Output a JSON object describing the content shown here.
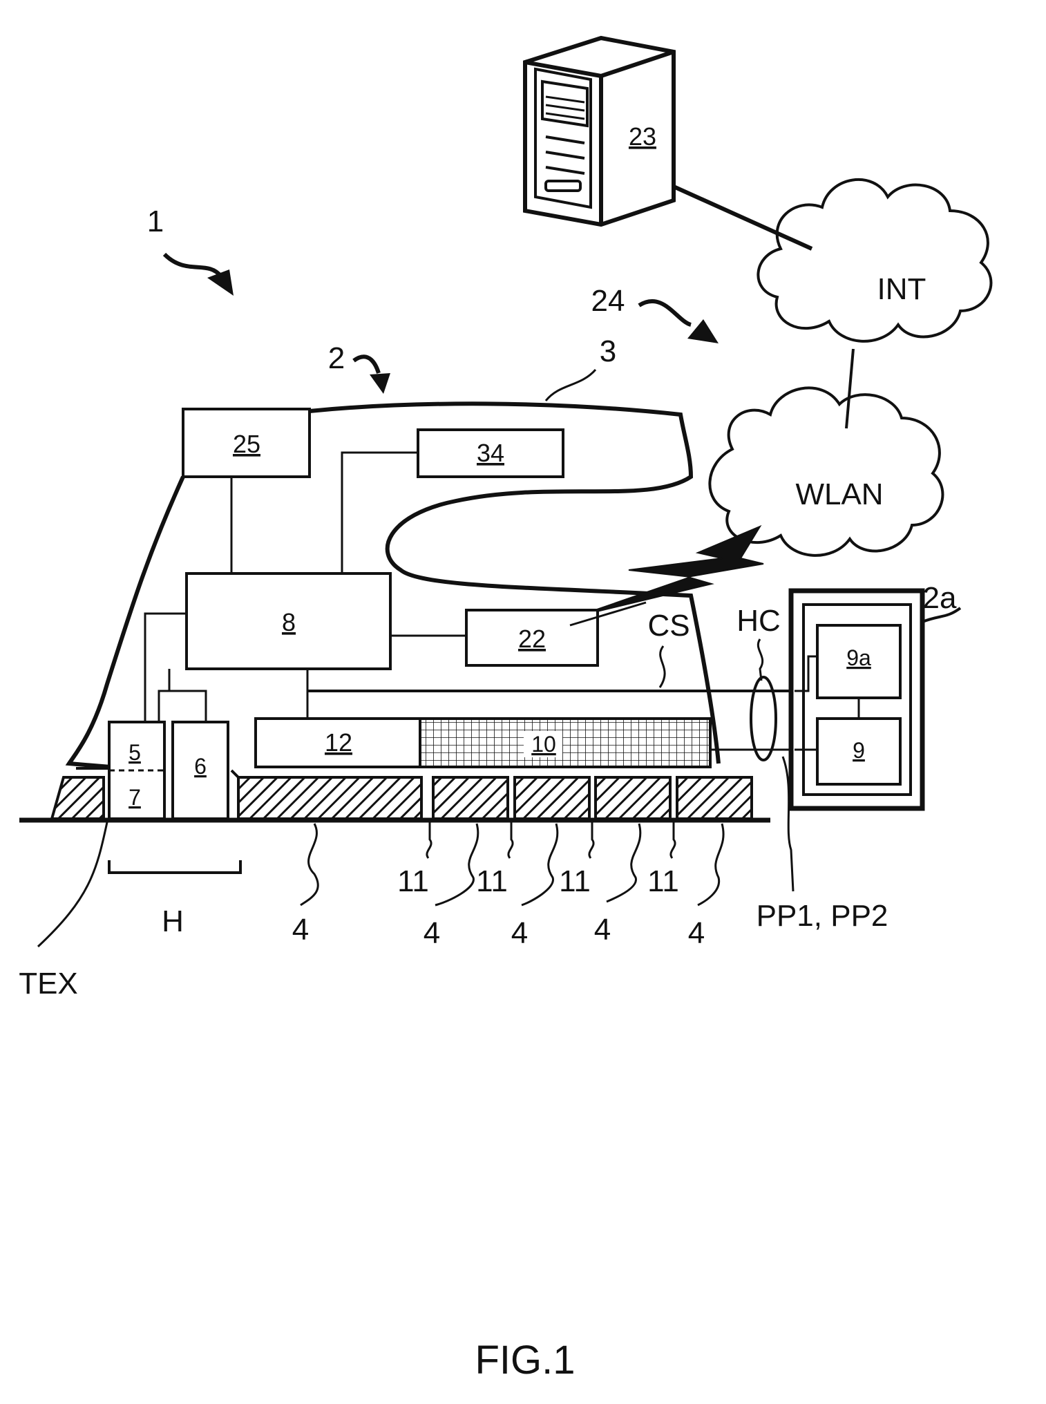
{
  "figure": {
    "caption": "FIG.1",
    "ref_labels": {
      "device": "1",
      "iron": "2",
      "station": "2a",
      "housing": "3",
      "soleplate": "4",
      "textile": "TEX",
      "h_bracket": "H",
      "nozzle": "11",
      "network_ref": "24",
      "cs": "CS",
      "hc": "HC",
      "pp": "PP1, PP2"
    },
    "boxes": {
      "b5": "5",
      "b6": "6",
      "b7": "7",
      "b8": "8",
      "b9": "9",
      "b9a": "9a",
      "b10": "10",
      "b12": "12",
      "b22": "22",
      "b23": "23",
      "b25": "25",
      "b34": "34"
    },
    "clouds": {
      "internet": "INT",
      "wlan": "WLAN"
    }
  }
}
